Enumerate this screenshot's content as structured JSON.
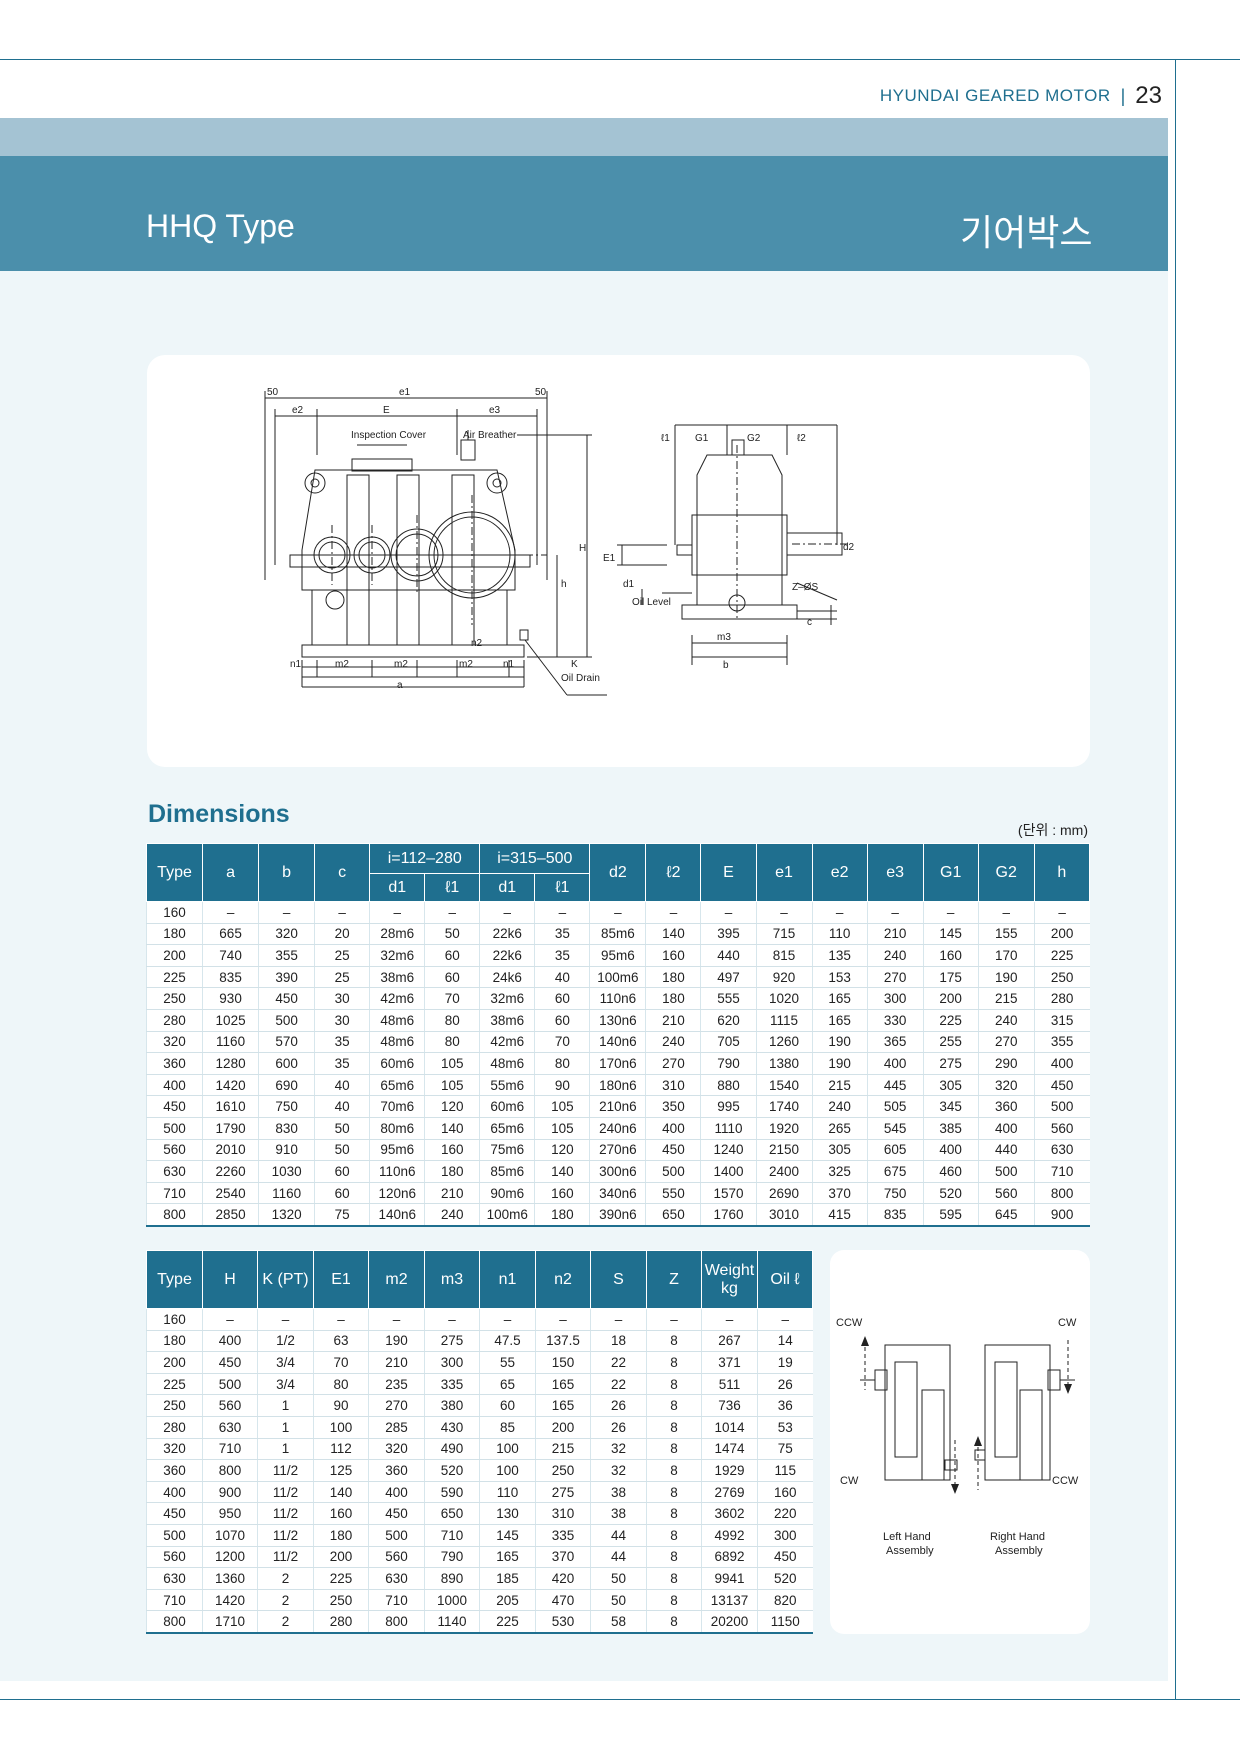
{
  "header": {
    "brand": "HYUNDAI GEARED MOTOR",
    "separator": "|",
    "page_number": "23"
  },
  "title": {
    "left": "HHQ Type",
    "right": "기어박스"
  },
  "drawing_labels": {
    "d50a": "50",
    "e1": "e1",
    "d50b": "50",
    "e2": "e2",
    "E": "E",
    "e3": "e3",
    "inspection_cover": "Inspection Cover",
    "air_breather": "Air Breather",
    "H": "H",
    "h": "h",
    "n2": "n2",
    "n1a": "n1",
    "m2a": "m2",
    "m2b": "m2",
    "m2c": "m2",
    "n1b": "n1",
    "a": "a",
    "K": "K",
    "oil_drain": "Oil Drain",
    "l1": "ℓ1",
    "G1": "G1",
    "G2": "G2",
    "l2": "ℓ2",
    "d2": "d2",
    "E1": "E1",
    "d1": "d1",
    "oil_level": "Oil Level",
    "zs": "Z–ØS",
    "c": "c",
    "m3": "m3",
    "b": "b"
  },
  "dimensions": {
    "title": "Dimensions",
    "unit": "(단위 : mm)",
    "table1": {
      "group_headers": [
        "i=112–280",
        "i=315–500"
      ],
      "headers": [
        "Type",
        "a",
        "b",
        "c",
        "d1",
        "ℓ1",
        "d1",
        "ℓ1",
        "d2",
        "ℓ2",
        "E",
        "e1",
        "e2",
        "e3",
        "G1",
        "G2",
        "h"
      ],
      "rows": [
        [
          "160",
          "–",
          "–",
          "–",
          "–",
          "–",
          "–",
          "–",
          "–",
          "–",
          "–",
          "–",
          "–",
          "–",
          "–",
          "–",
          "–"
        ],
        [
          "180",
          "665",
          "320",
          "20",
          "28m6",
          "50",
          "22k6",
          "35",
          "85m6",
          "140",
          "395",
          "715",
          "110",
          "210",
          "145",
          "155",
          "200"
        ],
        [
          "200",
          "740",
          "355",
          "25",
          "32m6",
          "60",
          "22k6",
          "35",
          "95m6",
          "160",
          "440",
          "815",
          "135",
          "240",
          "160",
          "170",
          "225"
        ],
        [
          "225",
          "835",
          "390",
          "25",
          "38m6",
          "60",
          "24k6",
          "40",
          "100m6",
          "180",
          "497",
          "920",
          "153",
          "270",
          "175",
          "190",
          "250"
        ],
        [
          "250",
          "930",
          "450",
          "30",
          "42m6",
          "70",
          "32m6",
          "60",
          "110n6",
          "180",
          "555",
          "1020",
          "165",
          "300",
          "200",
          "215",
          "280"
        ],
        [
          "280",
          "1025",
          "500",
          "30",
          "48m6",
          "80",
          "38m6",
          "60",
          "130n6",
          "210",
          "620",
          "1115",
          "165",
          "330",
          "225",
          "240",
          "315"
        ],
        [
          "320",
          "1160",
          "570",
          "35",
          "48m6",
          "80",
          "42m6",
          "70",
          "140n6",
          "240",
          "705",
          "1260",
          "190",
          "365",
          "255",
          "270",
          "355"
        ],
        [
          "360",
          "1280",
          "600",
          "35",
          "60m6",
          "105",
          "48m6",
          "80",
          "170n6",
          "270",
          "790",
          "1380",
          "190",
          "400",
          "275",
          "290",
          "400"
        ],
        [
          "400",
          "1420",
          "690",
          "40",
          "65m6",
          "105",
          "55m6",
          "90",
          "180n6",
          "310",
          "880",
          "1540",
          "215",
          "445",
          "305",
          "320",
          "450"
        ],
        [
          "450",
          "1610",
          "750",
          "40",
          "70m6",
          "120",
          "60m6",
          "105",
          "210n6",
          "350",
          "995",
          "1740",
          "240",
          "505",
          "345",
          "360",
          "500"
        ],
        [
          "500",
          "1790",
          "830",
          "50",
          "80m6",
          "140",
          "65m6",
          "105",
          "240n6",
          "400",
          "1110",
          "1920",
          "265",
          "545",
          "385",
          "400",
          "560"
        ],
        [
          "560",
          "2010",
          "910",
          "50",
          "95m6",
          "160",
          "75m6",
          "120",
          "270n6",
          "450",
          "1240",
          "2150",
          "305",
          "605",
          "400",
          "440",
          "630"
        ],
        [
          "630",
          "2260",
          "1030",
          "60",
          "110n6",
          "180",
          "85m6",
          "140",
          "300n6",
          "500",
          "1400",
          "2400",
          "325",
          "675",
          "460",
          "500",
          "710"
        ],
        [
          "710",
          "2540",
          "1160",
          "60",
          "120n6",
          "210",
          "90m6",
          "160",
          "340n6",
          "550",
          "1570",
          "2690",
          "370",
          "750",
          "520",
          "560",
          "800"
        ],
        [
          "800",
          "2850",
          "1320",
          "75",
          "140n6",
          "240",
          "100m6",
          "180",
          "390n6",
          "650",
          "1760",
          "3010",
          "415",
          "835",
          "595",
          "645",
          "900"
        ]
      ]
    },
    "table2": {
      "headers": [
        "Type",
        "H",
        "K (PT)",
        "E1",
        "m2",
        "m3",
        "n1",
        "n2",
        "S",
        "Z",
        "Weight kg",
        "Oil ℓ"
      ],
      "rows": [
        [
          "160",
          "–",
          "–",
          "–",
          "–",
          "–",
          "–",
          "–",
          "–",
          "–",
          "–",
          "–"
        ],
        [
          "180",
          "400",
          "1/2",
          "63",
          "190",
          "275",
          "47.5",
          "137.5",
          "18",
          "8",
          "267",
          "14"
        ],
        [
          "200",
          "450",
          "3/4",
          "70",
          "210",
          "300",
          "55",
          "150",
          "22",
          "8",
          "371",
          "19"
        ],
        [
          "225",
          "500",
          "3/4",
          "80",
          "235",
          "335",
          "65",
          "165",
          "22",
          "8",
          "511",
          "26"
        ],
        [
          "250",
          "560",
          "1",
          "90",
          "270",
          "380",
          "60",
          "165",
          "26",
          "8",
          "736",
          "36"
        ],
        [
          "280",
          "630",
          "1",
          "100",
          "285",
          "430",
          "85",
          "200",
          "26",
          "8",
          "1014",
          "53"
        ],
        [
          "320",
          "710",
          "1",
          "112",
          "320",
          "490",
          "100",
          "215",
          "32",
          "8",
          "1474",
          "75"
        ],
        [
          "360",
          "800",
          "11/2",
          "125",
          "360",
          "520",
          "100",
          "250",
          "32",
          "8",
          "1929",
          "115"
        ],
        [
          "400",
          "900",
          "11/2",
          "140",
          "400",
          "590",
          "110",
          "275",
          "38",
          "8",
          "2769",
          "160"
        ],
        [
          "450",
          "950",
          "11/2",
          "160",
          "450",
          "650",
          "130",
          "310",
          "38",
          "8",
          "3602",
          "220"
        ],
        [
          "500",
          "1070",
          "11/2",
          "180",
          "500",
          "710",
          "145",
          "335",
          "44",
          "8",
          "4992",
          "300"
        ],
        [
          "560",
          "1200",
          "11/2",
          "200",
          "560",
          "790",
          "165",
          "370",
          "44",
          "8",
          "6892",
          "450"
        ],
        [
          "630",
          "1360",
          "2",
          "225",
          "630",
          "890",
          "185",
          "420",
          "50",
          "8",
          "9941",
          "520"
        ],
        [
          "710",
          "1420",
          "2",
          "250",
          "710",
          "1000",
          "205",
          "470",
          "50",
          "8",
          "13137",
          "820"
        ],
        [
          "800",
          "1710",
          "2",
          "280",
          "800",
          "1140",
          "225",
          "530",
          "58",
          "8",
          "20200",
          "1150"
        ]
      ]
    }
  },
  "hand_assembly": {
    "ccw_top": "CCW",
    "cw_top": "CW",
    "cw_bottom": "CW",
    "ccw_bottom": "CCW",
    "left_line1": "Left Hand",
    "left_line2": "Assembly",
    "right_line1": "Right Hand",
    "right_line2": "Assembly"
  },
  "colors": {
    "accent": "#1f6f8f",
    "band_dark": "#4b8fab",
    "band_light": "#a4c3d3",
    "panel": "#eef6f9"
  }
}
